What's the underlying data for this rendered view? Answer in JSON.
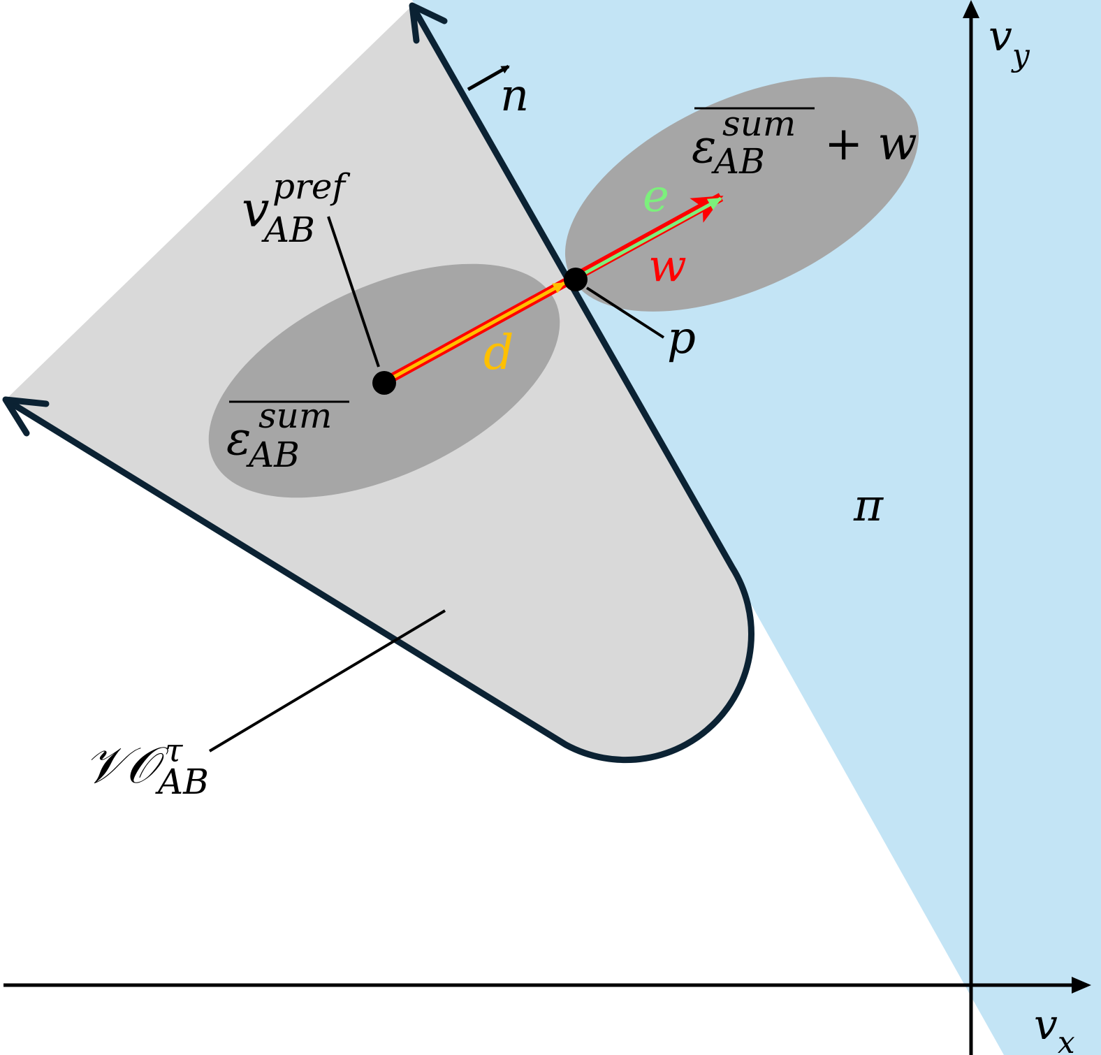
{
  "colors": {
    "halfplane": "#c3e4f5",
    "cone": "#d9d9d9",
    "ellipse": "#a6a6a6",
    "boundary": "#0b2233",
    "w_vector": "#ff0000",
    "d_vector": "#ffc000",
    "e_vector": "#7cf07c"
  },
  "labels": {
    "vy": {
      "base": "v",
      "sub": "y"
    },
    "vx": {
      "base": "v",
      "sub": "x"
    },
    "n": "n",
    "pi": "π",
    "p": "p",
    "w": "w",
    "e": "e",
    "d": "d",
    "vpref": {
      "base": "v",
      "sup": "pref",
      "sub": "AB"
    },
    "eps_sum": {
      "base": "ε",
      "sup": "sum",
      "sub": "AB"
    },
    "eps_sum_plus_w": {
      "base": "ε",
      "sup": "sum",
      "sub": "AB",
      "suffix": "+ w"
    },
    "vo": {
      "base": "𝒱𝒪",
      "sup": "τ",
      "sub": "AB"
    }
  }
}
